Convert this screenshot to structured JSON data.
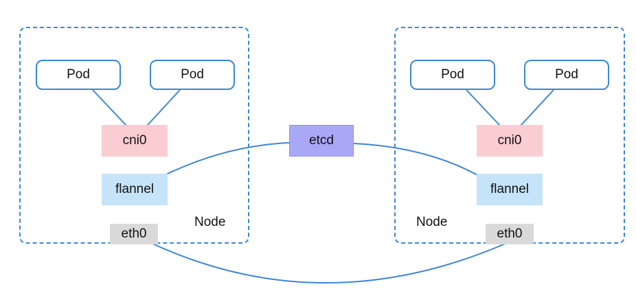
{
  "nodes": [
    {
      "pods": [
        "Pod",
        "Pod"
      ],
      "cni": "cni0",
      "flannel": "flannel",
      "eth": "eth0",
      "label": "Node"
    },
    {
      "pods": [
        "Pod",
        "Pod"
      ],
      "cni": "cni0",
      "flannel": "flannel",
      "eth": "eth0",
      "label": "Node"
    }
  ],
  "etcd": "etcd",
  "colors": {
    "border": "#3b86d6",
    "cni": "#f9cdd1",
    "flannel": "#c6e4f9",
    "eth": "#d9d9d9",
    "etcd": "#a8a8f6"
  }
}
